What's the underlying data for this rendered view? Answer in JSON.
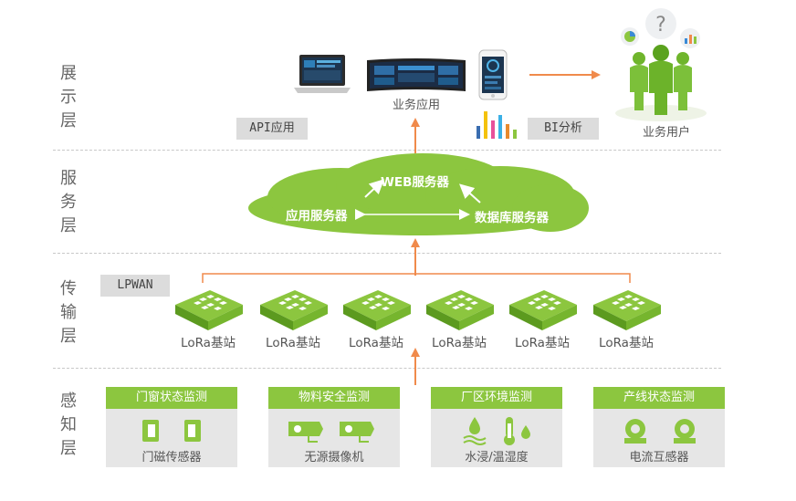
{
  "colors": {
    "green": "#8cc63f",
    "orange": "#f08a4b",
    "gray": "#dcdcdc"
  },
  "layers": {
    "presentation": "展示层",
    "service": "服务层",
    "transport": "传输层",
    "perception": "感知层"
  },
  "presentation": {
    "business_app": "业务应用",
    "api_tag": "API应用",
    "bi_tag": "BI分析",
    "business_user": "业务用户"
  },
  "service": {
    "web_server": "WEB服务器",
    "app_server": "应用服务器",
    "db_server": "数据库服务器"
  },
  "transport": {
    "lpwan_tag": "LPWAN",
    "stations": [
      "LoRa基站",
      "LoRa基站",
      "LoRa基站",
      "LoRa基站",
      "LoRa基站",
      "LoRa基站"
    ]
  },
  "perception": {
    "groups": [
      {
        "title": "门窗状态监测",
        "device": "门磁传感器",
        "icon": "door-sensor-icon"
      },
      {
        "title": "物料安全监测",
        "device": "无源摄像机",
        "icon": "camera-icon"
      },
      {
        "title": "厂区环境监测",
        "device": "水浸/温湿度",
        "icon": "water-temperature-icon"
      },
      {
        "title": "产线状态监测",
        "device": "电流互感器",
        "icon": "current-transformer-icon"
      }
    ]
  }
}
